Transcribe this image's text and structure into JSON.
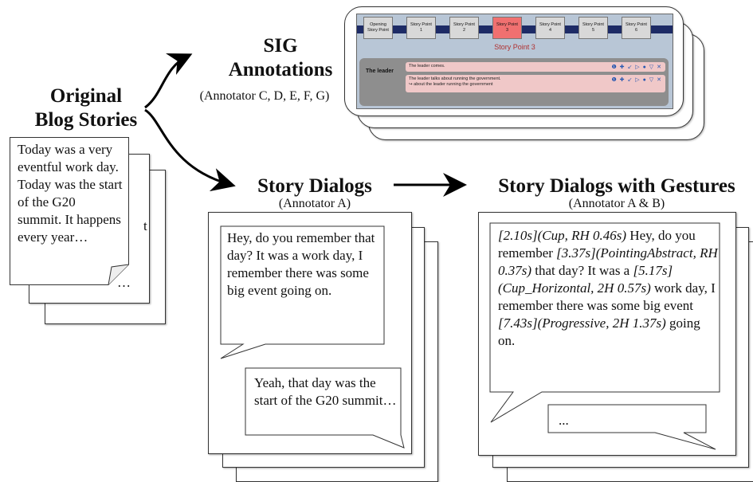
{
  "original": {
    "title_line1": "Original",
    "title_line2": "Blog Stories",
    "text": "Today was a very eventful work day. Today was the start of the G20 summit. It happens every year…",
    "peek_char": "t",
    "ellipsis": "…"
  },
  "sig": {
    "title_line1": "SIG",
    "title_line2": "Annotations",
    "annotators": "(Annotator C, D, E, F, G)",
    "ui": {
      "story_points": [
        {
          "line1": "Opening",
          "line2": "Story Point",
          "active": false
        },
        {
          "line1": "Story Point",
          "line2": "1",
          "active": false
        },
        {
          "line1": "Story Point",
          "line2": "2",
          "active": false
        },
        {
          "line1": "Story Point",
          "line2": "3",
          "active": true
        },
        {
          "line1": "Story Point",
          "line2": "4",
          "active": false
        },
        {
          "line1": "Story Point",
          "line2": "5",
          "active": false
        },
        {
          "line1": "Story Point",
          "line2": "6",
          "active": false
        }
      ],
      "current_title": "Story Point 3",
      "row_label": "The leader",
      "row1_text": "The leader comes.",
      "row2_text": "The leader talks about running the government.",
      "row2_subtext": "↪ about the leader running the government",
      "row_icons": "❶ ✚ ↙ ▷ ● ▽ ✕"
    }
  },
  "dialogs": {
    "title": "Story Dialogs",
    "annotators": "(Annotator A)",
    "bubble1": "Hey, do you remember that day? It was a work day, I remember there was some big event going on.",
    "bubble2": "Yeah, that day was the start of the G20 summit…"
  },
  "gestures": {
    "title": "Story Dialogs with Gestures",
    "annotators": "(Annotator A & B)",
    "segments": [
      {
        "text": "[2.10s](Cup, RH 0.46s)",
        "italic": true
      },
      {
        "text": " Hey, do you remember ",
        "italic": false
      },
      {
        "text": "[3.37s](PointingAbstract, RH 0.37s)",
        "italic": true
      },
      {
        "text": " that day? It was a ",
        "italic": false
      },
      {
        "text": "[5.17s](Cup_Horizontal, 2H 0.57s)",
        "italic": true
      },
      {
        "text": " work day, I remember there was some big event ",
        "italic": false
      },
      {
        "text": "[7.43s](Progressive, 2H 1.37s)",
        "italic": true
      },
      {
        "text": " going on.",
        "italic": false
      }
    ],
    "reply": "..."
  }
}
